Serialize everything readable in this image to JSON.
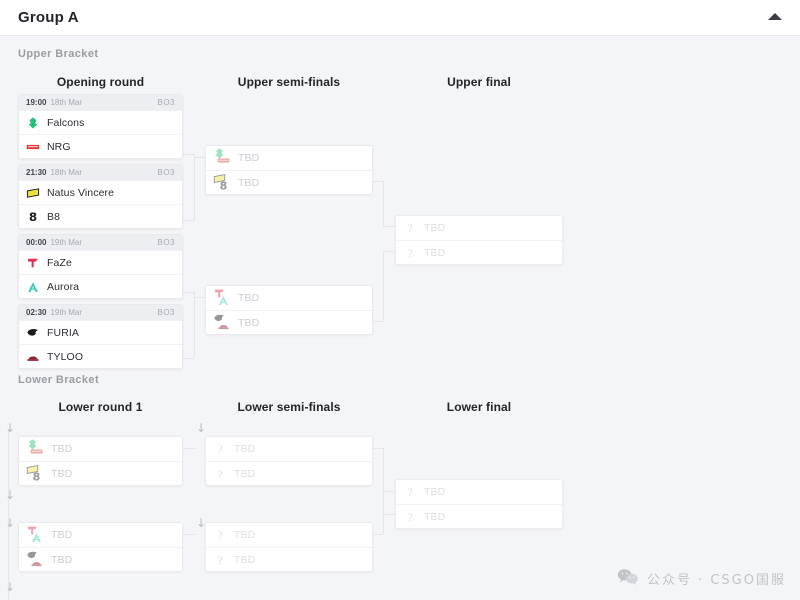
{
  "header": {
    "title": "Group A",
    "collapse_icon": "chevron-up-icon"
  },
  "brackets": {
    "upper_label": "Upper Bracket",
    "lower_label": "Lower Bracket"
  },
  "rounds": {
    "opening": "Opening round",
    "upper_semis": "Upper semi-finals",
    "upper_final": "Upper final",
    "lower_r1": "Lower round 1",
    "lower_semis": "Lower semi-finals",
    "lower_final": "Lower final"
  },
  "placeholders": {
    "tbd": "TBD",
    "question": "?",
    "drop_arrow": "↓"
  },
  "matches": {
    "opening": [
      {
        "time": "19:00",
        "date": "18th Mar",
        "format": "BO3",
        "teams": [
          {
            "name": "Falcons",
            "logo": "falcons-logo",
            "color": "#27c07a"
          },
          {
            "name": "NRG",
            "logo": "nrg-logo",
            "color": "#e23b3b"
          }
        ]
      },
      {
        "time": "21:30",
        "date": "18th Mar",
        "format": "BO3",
        "teams": [
          {
            "name": "Natus Vincere",
            "logo": "navi-logo",
            "color": "#ece13c"
          },
          {
            "name": "B8",
            "logo": "b8-logo",
            "color": "#1d1d1f"
          }
        ]
      },
      {
        "time": "00:00",
        "date": "19th Mar",
        "format": "BO3",
        "teams": [
          {
            "name": "FaZe",
            "logo": "faze-logo",
            "color": "#e0304f"
          },
          {
            "name": "Aurora",
            "logo": "aurora-logo",
            "color": "#3fc8c0"
          }
        ]
      },
      {
        "time": "02:30",
        "date": "19th Mar",
        "format": "BO3",
        "teams": [
          {
            "name": "FURIA",
            "logo": "furia-logo",
            "color": "#19191b"
          },
          {
            "name": "TYLOO",
            "logo": "tyloo-logo",
            "color": "#8e2334"
          }
        ]
      }
    ],
    "upper_semis": [
      {
        "teams": [
          {
            "name": "TBD",
            "logo_stack": [
              "falcons-logo",
              "nrg-logo"
            ]
          },
          {
            "name": "TBD",
            "logo_stack": [
              "navi-logo",
              "b8-logo"
            ]
          }
        ]
      },
      {
        "teams": [
          {
            "name": "TBD",
            "logo_stack": [
              "faze-logo",
              "aurora-logo"
            ]
          },
          {
            "name": "TBD",
            "logo_stack": [
              "furia-logo",
              "tyloo-logo"
            ]
          }
        ]
      }
    ],
    "upper_final": [
      {
        "teams": [
          {
            "name": "TBD",
            "logo": "question-icon"
          },
          {
            "name": "TBD",
            "logo": "question-icon"
          }
        ]
      }
    ],
    "lower_r1": [
      {
        "teams": [
          {
            "name": "TBD",
            "logo_stack": [
              "falcons-logo",
              "nrg-logo"
            ]
          },
          {
            "name": "TBD",
            "logo_stack": [
              "navi-logo",
              "b8-logo"
            ]
          }
        ]
      },
      {
        "teams": [
          {
            "name": "TBD",
            "logo_stack": [
              "faze-logo",
              "aurora-logo"
            ]
          },
          {
            "name": "TBD",
            "logo_stack": [
              "furia-logo",
              "tyloo-logo"
            ]
          }
        ]
      }
    ],
    "lower_semis": [
      {
        "teams": [
          {
            "name": "TBD",
            "logo": "question-icon"
          },
          {
            "name": "TBD",
            "logo": "question-icon"
          }
        ]
      },
      {
        "teams": [
          {
            "name": "TBD",
            "logo": "question-icon"
          },
          {
            "name": "TBD",
            "logo": "question-icon"
          }
        ]
      }
    ],
    "lower_final": [
      {
        "teams": [
          {
            "name": "TBD",
            "logo": "question-icon"
          },
          {
            "name": "TBD",
            "logo": "question-icon"
          }
        ]
      }
    ]
  },
  "watermark": {
    "icon": "wechat-icon",
    "text": "公众号 · CSGO国服"
  },
  "colors": {
    "page_bg": "#f4f5f7",
    "card_bg": "#ffffff",
    "meta_bg": "#eceef1",
    "border": "#e9eaee",
    "text": "#23252b",
    "muted": "#9b9da4",
    "tbd": "#c9cbd1"
  }
}
